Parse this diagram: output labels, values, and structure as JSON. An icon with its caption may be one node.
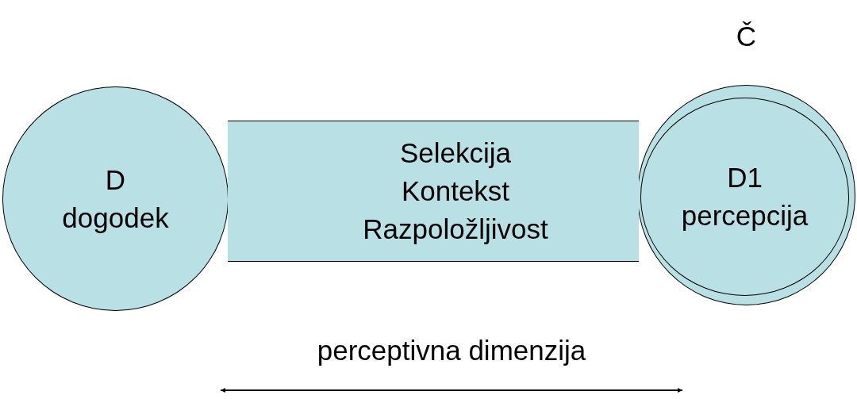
{
  "diagram": {
    "nodes": [
      {
        "text": [
          "D",
          "dogodek"
        ]
      },
      {
        "text": [
          "Selekcija",
          "Kontekst",
          "Razpoložljivost"
        ]
      },
      {
        "text": [
          "Č"
        ]
      },
      {
        "text": [
          "D1",
          "percepcija"
        ],
        "in": 2
      }
    ],
    "labels": [
      "perceptivna dimenzija"
    ]
  }
}
